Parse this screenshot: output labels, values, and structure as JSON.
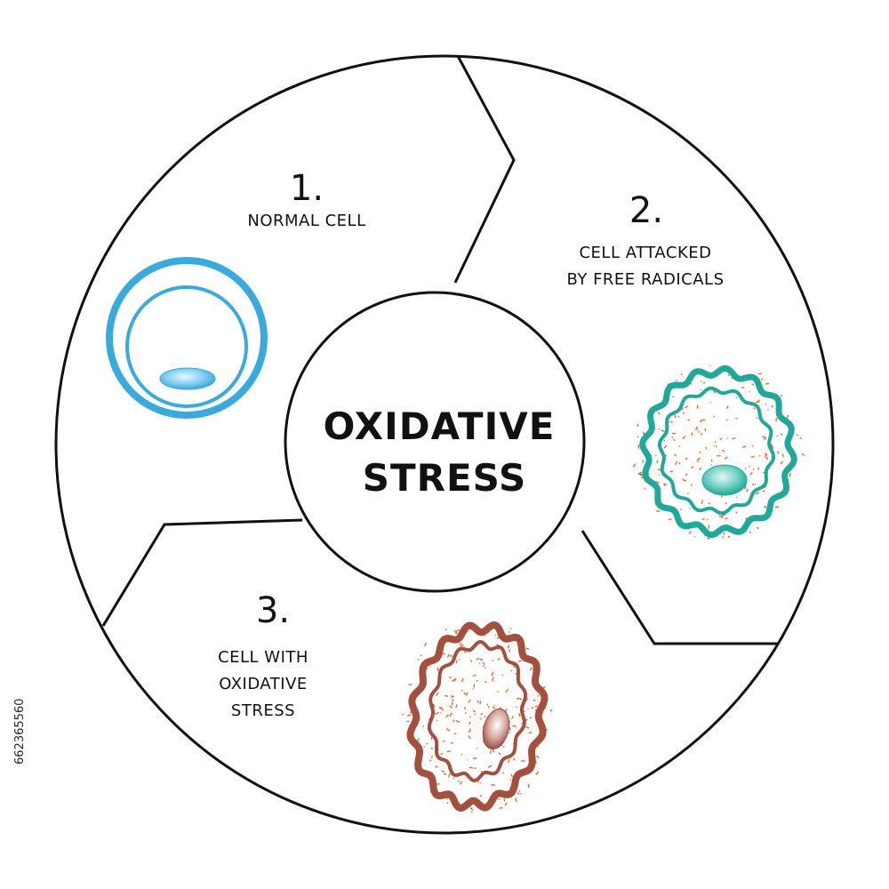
{
  "center": {
    "title_line1": "OXIDATIVE",
    "title_line2": "STRESS"
  },
  "stages": [
    {
      "number": "1.",
      "label_lines": [
        "NORMAL CELL"
      ]
    },
    {
      "number": "2.",
      "label_lines": [
        "CELL ATTACKED",
        "BY FREE RADICALS"
      ]
    },
    {
      "number": "3.",
      "label_lines": [
        "CELL WITH",
        "OXIDATIVE",
        "STRESS"
      ]
    }
  ],
  "side_text": "662365560",
  "colors": {
    "outline": "#111111",
    "normal_cell": "#3aa9dc",
    "attacked_cell": "#21a89a",
    "stressed_cell": "#a4503f",
    "radicals": "#e0622a"
  }
}
